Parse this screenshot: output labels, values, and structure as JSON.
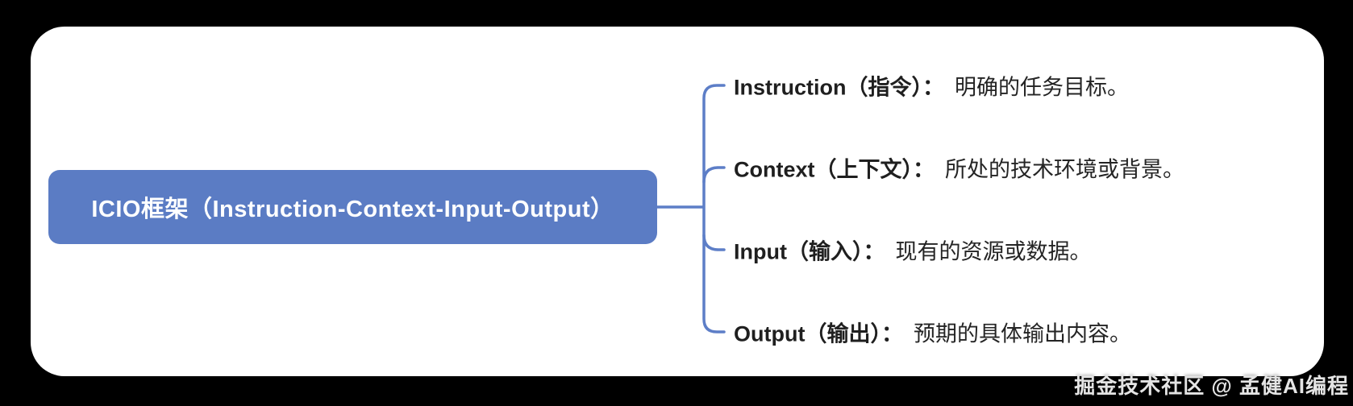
{
  "page": {
    "watermark": "掘金技术社区 @ 孟健AI编程"
  },
  "colors": {
    "node_blue": "#5b7cc4",
    "line_blue": "#5d7ec7",
    "text_dark": "#222222",
    "card_white": "#ffffff",
    "bg_black": "#000000",
    "watermark_gray": "#e4e4e4"
  },
  "mindmap": {
    "root": {
      "label": "ICIO框架（Instruction-Context-Input-Output）"
    },
    "branches": [
      {
        "label": "Instruction（指令）：",
        "desc": "明确的任务目标。"
      },
      {
        "label": "Context（上下文）：",
        "desc": "所处的技术环境或背景。"
      },
      {
        "label": "Input（输入）：",
        "desc": "现有的资源或数据。"
      },
      {
        "label": "Output（输出）：",
        "desc": "预期的具体输出内容。"
      }
    ]
  }
}
